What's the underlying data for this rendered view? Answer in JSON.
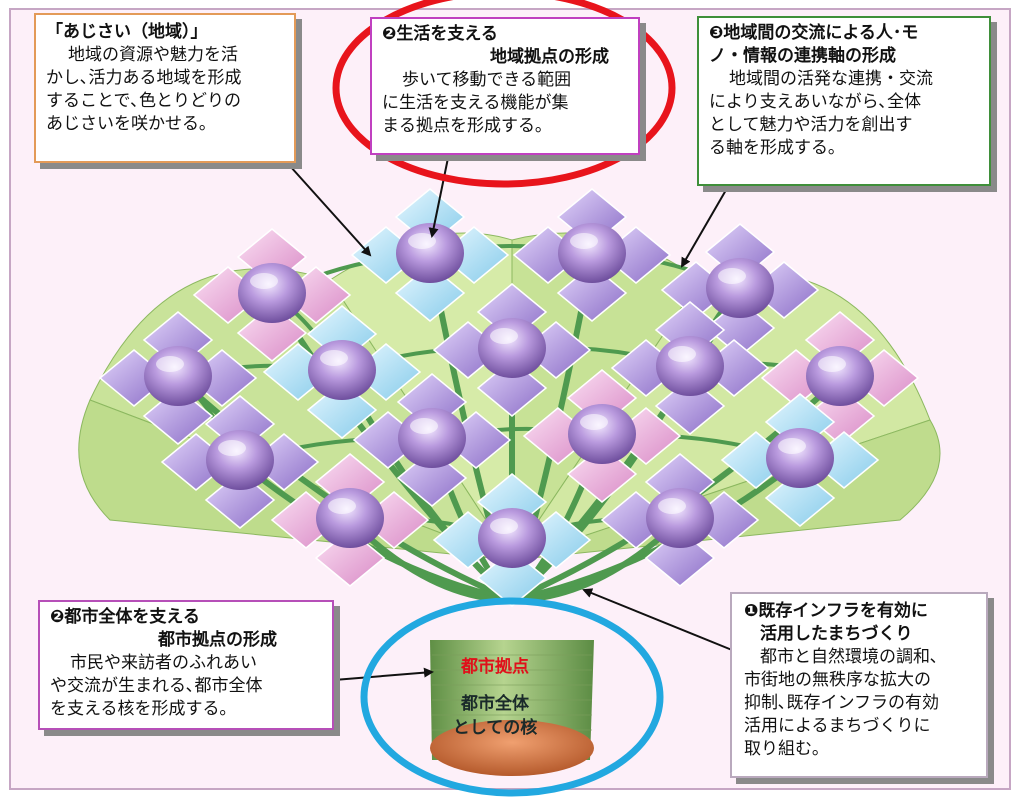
{
  "boxes": {
    "region": {
      "title": "「あじさい（地域）」",
      "lines": [
        "地域の資源や魅力を活",
        "かし､活力ある地域を形成",
        "することで､色とりどりの",
        "あじさいを咲かせる｡"
      ]
    },
    "life": {
      "title_line1": "❷生活を支える",
      "title_line2": "地域拠点の形成",
      "lines": [
        "歩いて移動できる範囲",
        "に生活を支える機能が集",
        "まる拠点を形成する｡"
      ]
    },
    "axis": {
      "title_line1": "❸地域間の交流による人･モ",
      "title_line2": "ノ・情報の連携軸の形成",
      "lines": [
        "地域間の活発な連携・交流",
        "により支えあいながら､全体",
        "として魅力や活力を創出す",
        "る軸を形成する｡"
      ]
    },
    "city": {
      "title_line1": "❷都市全体を支える",
      "title_line2": "都市拠点の形成",
      "lines": [
        "市民や来訪者のふれあい",
        "や交流が生まれる､都市全体",
        "を支える核を形成する｡"
      ]
    },
    "infra": {
      "title_line1": "❶既存インフラを有効に",
      "title_line2": "活用したまちづくり",
      "lines": [
        "都市と自然環境の調和､",
        "市街地の無秩序な拡大の",
        "抑制､既存インフラの有効",
        "活用によるまちづくりに",
        "取り組む｡"
      ]
    }
  },
  "core": {
    "label_red": "都市拠点",
    "label_line1": "都市全体",
    "label_line2": "としての核"
  },
  "colors": {
    "leaf": "#c9e39a",
    "stem": "#4f9a4f",
    "flower_purple": "#a98bd8",
    "flower_pink": "#eaa4d8",
    "flower_blue": "#a8dcf4",
    "red_ellipse": "#e8141c",
    "blue_ellipse": "#22a8e0",
    "trunk": "#7fae62",
    "base": "#cf7040"
  },
  "icons": [
    "hydrangea-flower-icon",
    "pointer-arrow-icon"
  ]
}
